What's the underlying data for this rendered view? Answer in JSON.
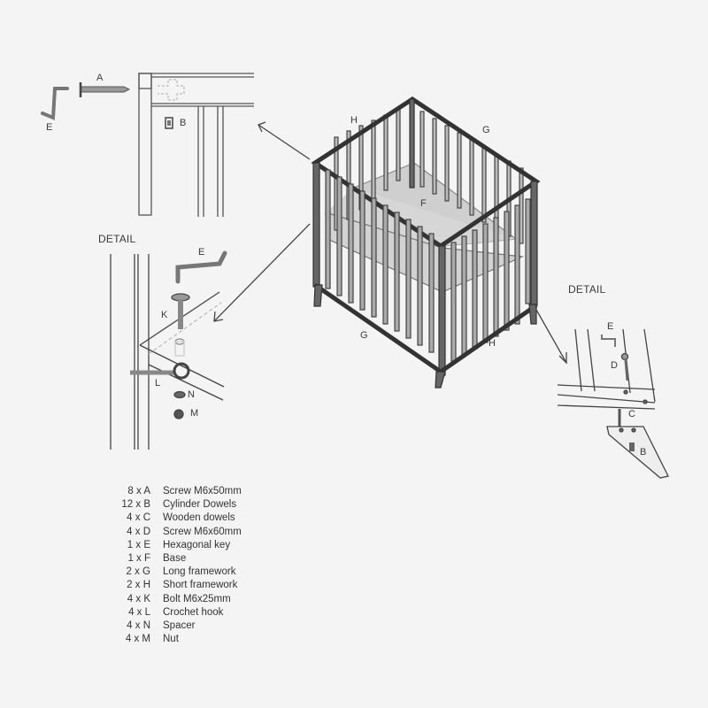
{
  "diagram": {
    "type": "assembly-instructions",
    "subject": "Baby crib / playpen",
    "main_labels": {
      "top_left_side": "H",
      "top_right_side": "G",
      "base": "F",
      "bottom_left_side": "G",
      "bottom_right_side": "H"
    },
    "top_detail": {
      "labels": {
        "screw": "A",
        "key": "E",
        "dowel": "B"
      }
    },
    "left_detail": {
      "title": "DETAIL",
      "labels": {
        "key": "E",
        "bolt": "K",
        "hook": "L",
        "spacer": "N",
        "nut": "M"
      }
    },
    "right_detail": {
      "title": "DETAIL",
      "labels": {
        "key": "E",
        "screw": "D",
        "wooden_dowel": "C",
        "cylinder_dowel": "B"
      }
    }
  },
  "parts_list": [
    {
      "qty": "8 x A",
      "name": "Screw M6x50mm"
    },
    {
      "qty": "12 x B",
      "name": "Cylinder Dowels"
    },
    {
      "qty": "4 x C",
      "name": "Wooden dowels"
    },
    {
      "qty": "4 x D",
      "name": "Screw M6x60mm"
    },
    {
      "qty": "1 x E",
      "name": "Hexagonal key"
    },
    {
      "qty": "1 x F",
      "name": "Base"
    },
    {
      "qty": "2 x G",
      "name": "Long framework"
    },
    {
      "qty": "2 x H",
      "name": "Short framework"
    },
    {
      "qty": "4 x K",
      "name": "Bolt M6x25mm"
    },
    {
      "qty": "4 x L",
      "name": "Crochet hook"
    },
    {
      "qty": "4 x N",
      "name": "Spacer"
    },
    {
      "qty": "4 x M",
      "name": "Nut"
    }
  ]
}
